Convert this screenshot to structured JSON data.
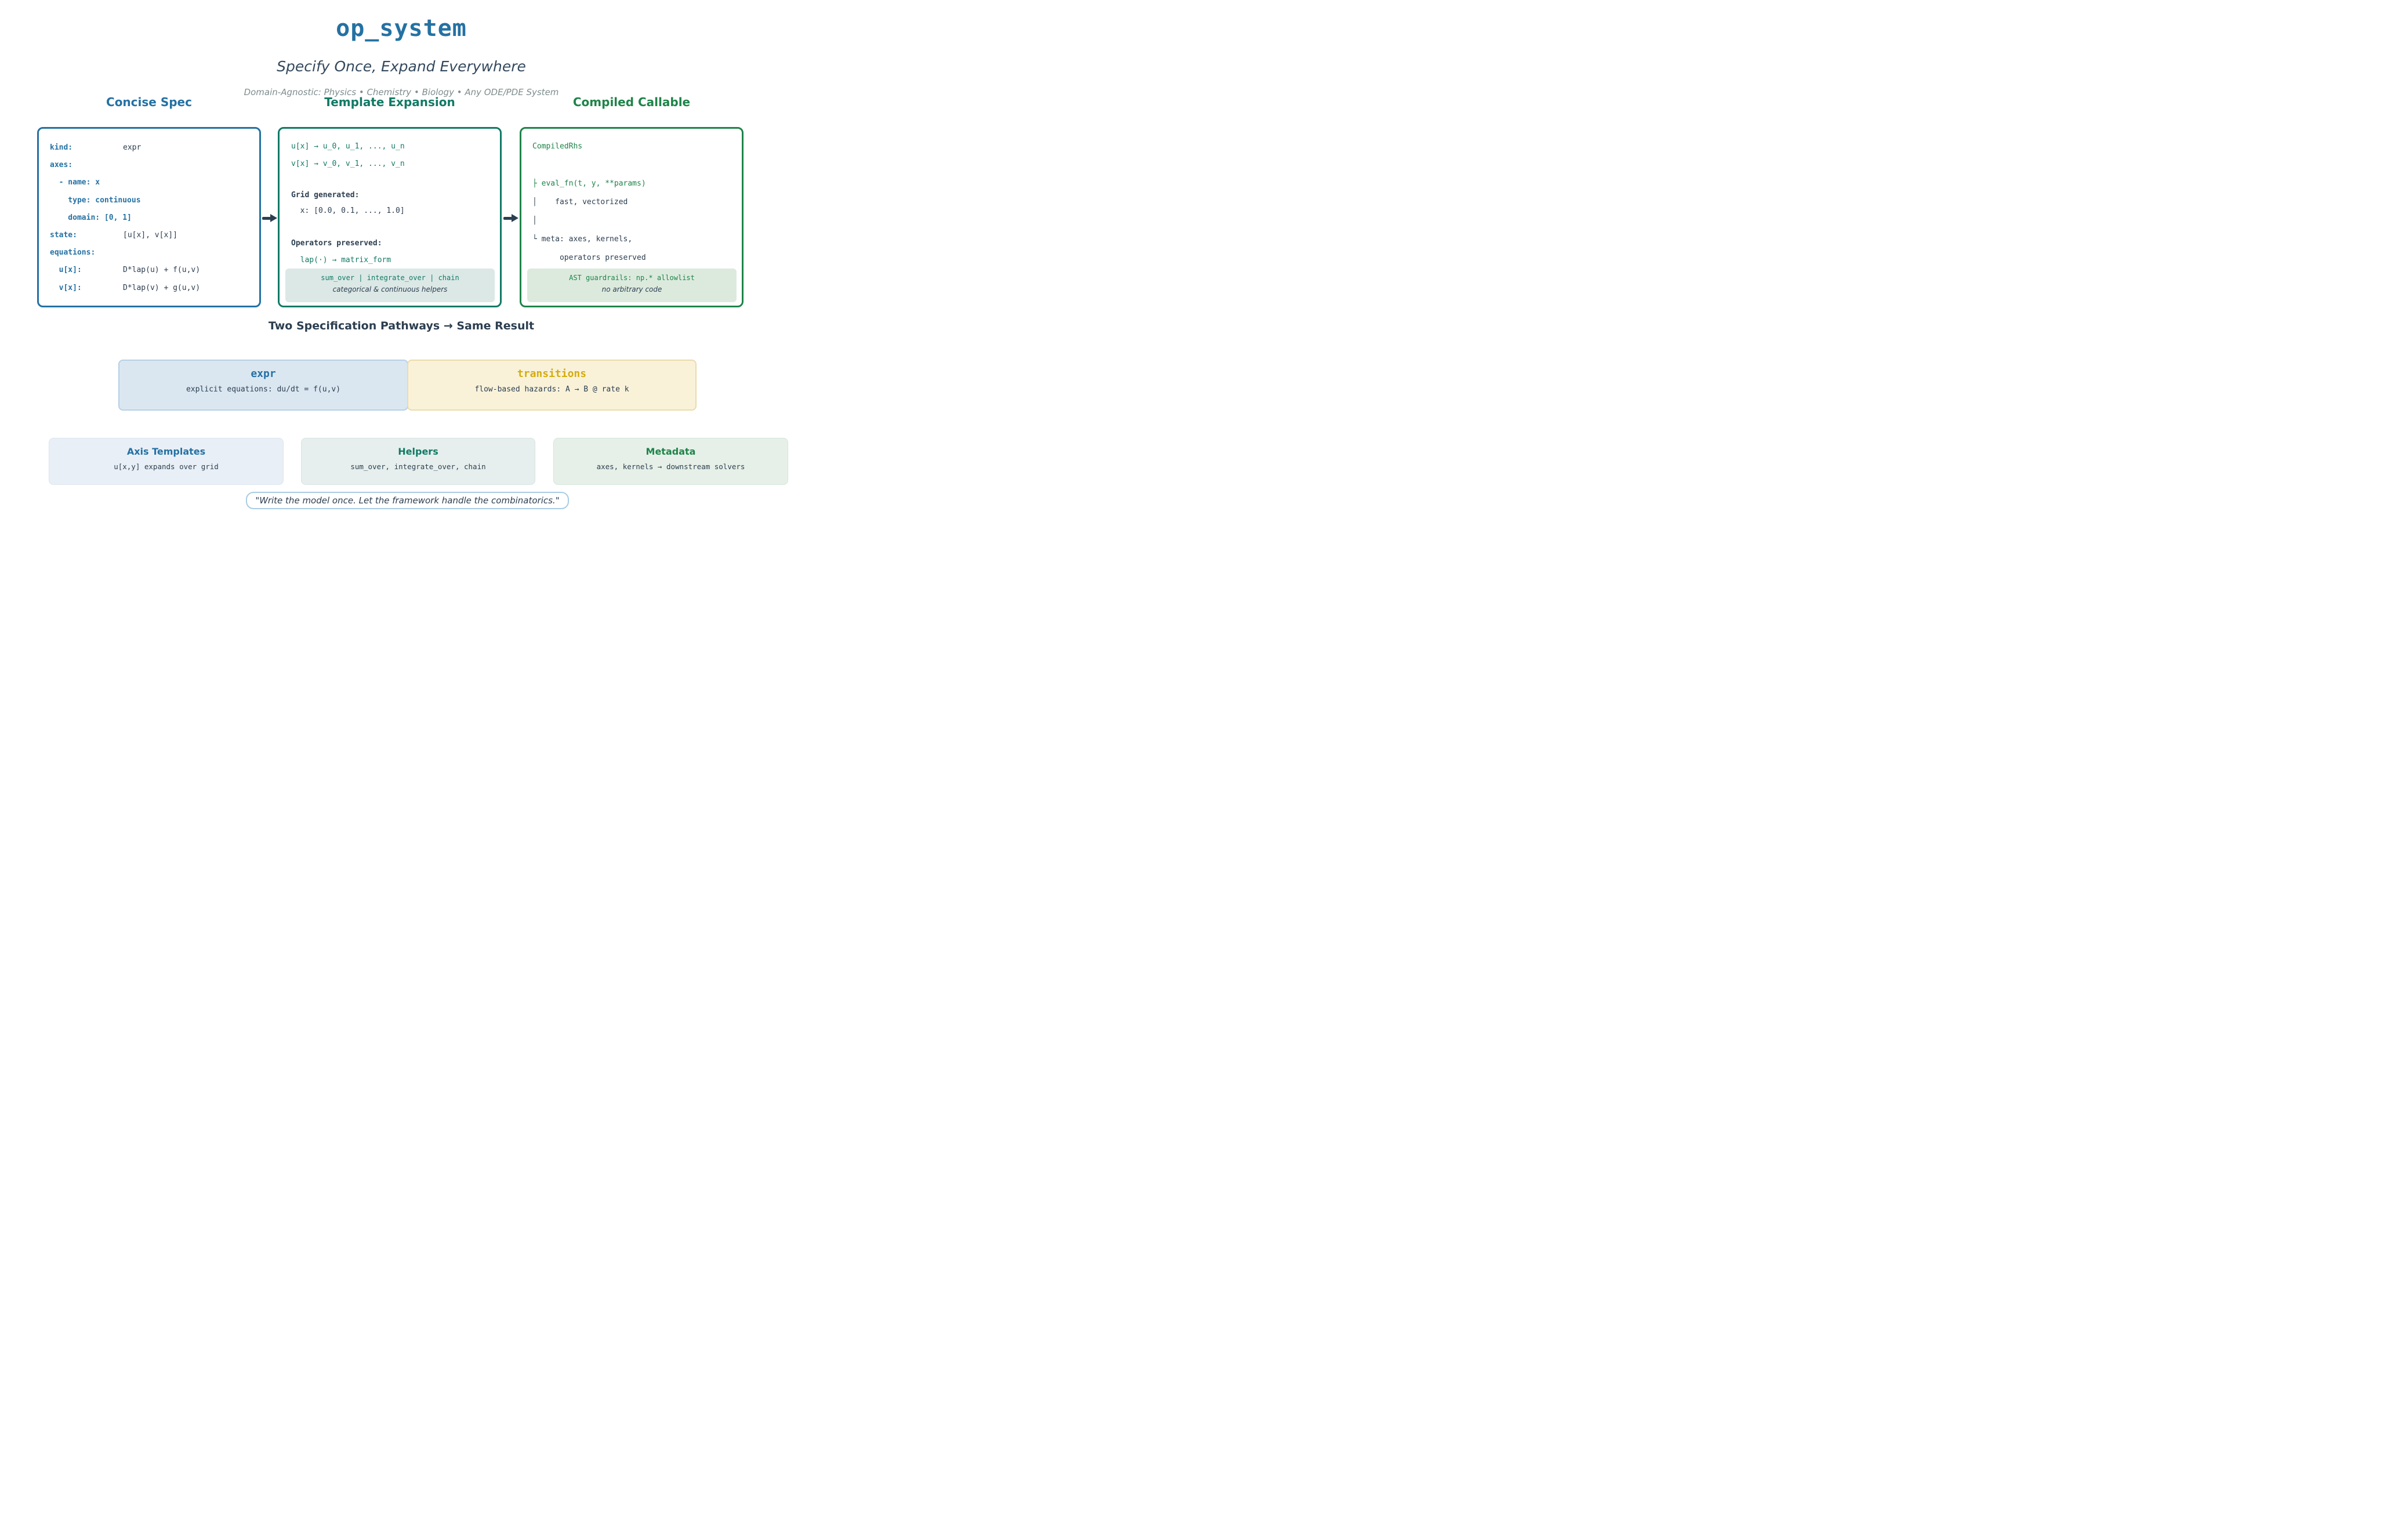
{
  "header": {
    "title": "op_system",
    "subtitle": "Specify Once, Expand Everywhere",
    "tagline": "Domain-Agnostic: Physics • Chemistry • Biology • Any ODE/PDE System"
  },
  "columns": {
    "spec": {
      "heading": "Concise Spec",
      "rows": [
        {
          "label": "kind:",
          "value": "expr"
        },
        {
          "label": "axes:",
          "value": ""
        },
        {
          "label": "  - name: x",
          "value": ""
        },
        {
          "label": "    type: continuous",
          "value": ""
        },
        {
          "label": "    domain: [0, 1]",
          "value": ""
        },
        {
          "label": "state:",
          "value": "[u[x], v[x]]"
        },
        {
          "label": "equations:",
          "value": ""
        },
        {
          "label": "  u[x]:",
          "value": "D*lap(u) + f(u,v)"
        },
        {
          "label": "  v[x]:",
          "value": "D*lap(v) + g(u,v)"
        }
      ]
    },
    "template": {
      "heading": "Template Expansion",
      "expansion_lines": [
        "u[x] → u_0, u_1, ..., u_n",
        "v[x] → v_0, v_1, ..., v_n"
      ],
      "grid_heading": "Grid generated:",
      "grid_line": "  x: [0.0, 0.1, ..., 1.0]",
      "operators_heading": "Operators preserved:",
      "operators_line": "  lap(·) → matrix_form",
      "note_primary": "sum_over | integrate_over | chain",
      "note_secondary": "categorical & continuous helpers"
    },
    "compiled": {
      "heading": "Compiled Callable",
      "class_name": "CompiledRhs",
      "tree_lines": [
        "├ eval_fn(t, y, **params)",
        "│    fast, vectorized",
        "│",
        "└ meta: axes, kernels,",
        "      operators preserved"
      ],
      "note_primary": "AST guardrails: np.* allowlist",
      "note_secondary": "no arbitrary code"
    }
  },
  "pathways": {
    "heading": "Two Specification Pathways → Same Result",
    "expr": {
      "title": "expr",
      "desc": "explicit equations: du/dt = f(u,v)"
    },
    "transitions": {
      "title": "transitions",
      "desc": "flow-based hazards: A → B @ rate k"
    }
  },
  "feature_cards": [
    {
      "title": "Axis Templates",
      "desc": "u[x,y] expands over grid"
    },
    {
      "title": "Helpers",
      "desc": "sum_over, integrate_over, chain"
    },
    {
      "title": "Metadata",
      "desc": "axes, kernels → downstream solvers"
    }
  ],
  "quote": "\"Write the model once. Let the framework handle the combinatorics.\"",
  "colors": {
    "blue": "#2471a3",
    "teal": "#117a65",
    "green": "#1e8449",
    "gold": "#d4ac0d",
    "dark": "#2c3e50",
    "gray": "#7f8c8d"
  }
}
